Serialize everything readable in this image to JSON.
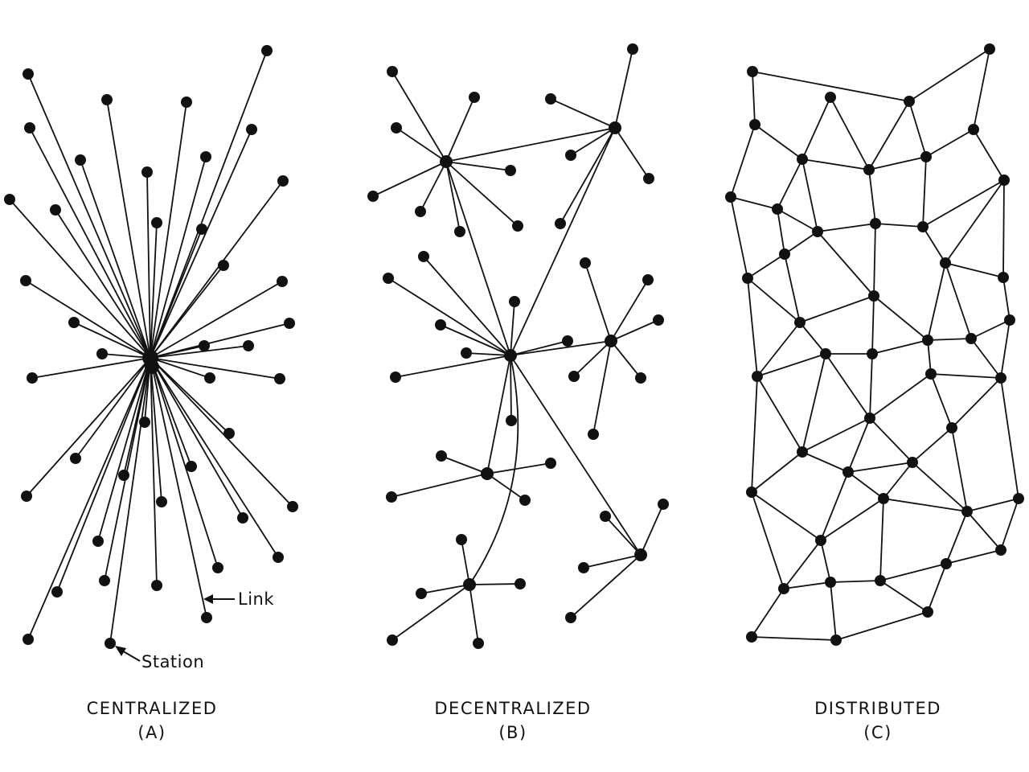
{
  "panels": [
    {
      "name": "CENTRALIZED",
      "letter": "(A)"
    },
    {
      "name": "DECENTRALIZED",
      "letter": "(B)"
    },
    {
      "name": "DISTRIBUTED",
      "letter": "(C)"
    }
  ],
  "annotations": {
    "link": "Link",
    "station": "Station"
  },
  "colors": {
    "ink": "#111111",
    "background": "#ffffff"
  }
}
